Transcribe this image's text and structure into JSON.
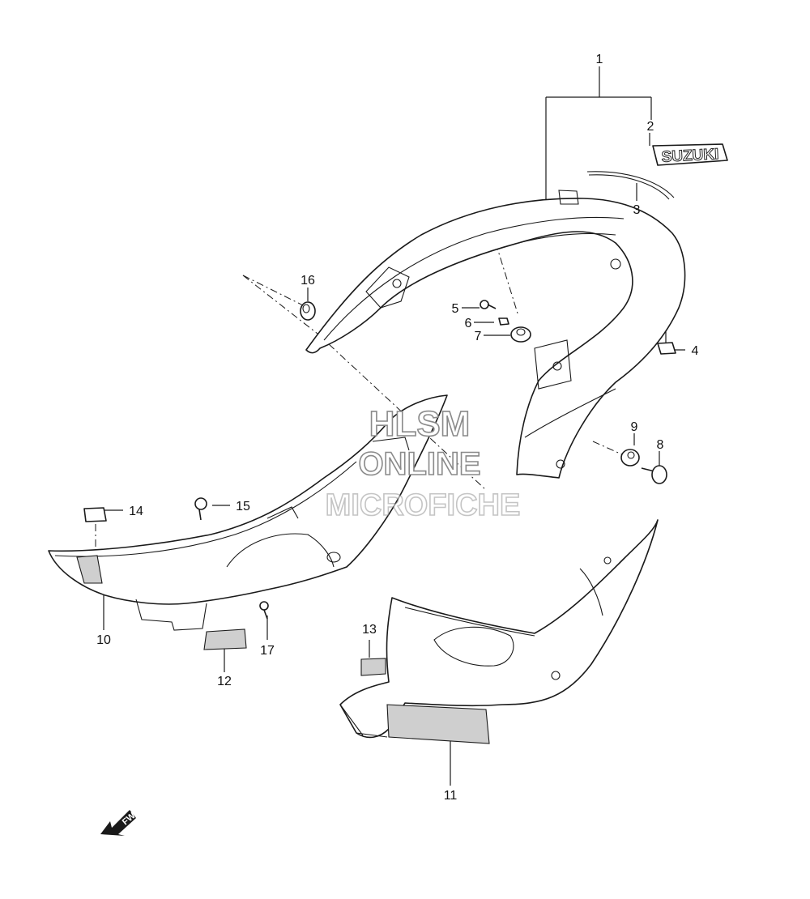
{
  "callouts": {
    "c1": "1",
    "c2": "2",
    "c3": "3",
    "c4": "4",
    "c5": "5",
    "c6": "6",
    "c7": "7",
    "c8": "8",
    "c9": "9",
    "c10": "10",
    "c11": "11",
    "c12": "12",
    "c13": "13",
    "c14": "14",
    "c15": "15",
    "c16": "16",
    "c17": "17"
  },
  "emblem_text": "SUZUKI",
  "watermark": {
    "line1": "HLSM",
    "line2": "ONLINE",
    "line3": "MICROFICHE"
  },
  "direction_label": "FWD"
}
